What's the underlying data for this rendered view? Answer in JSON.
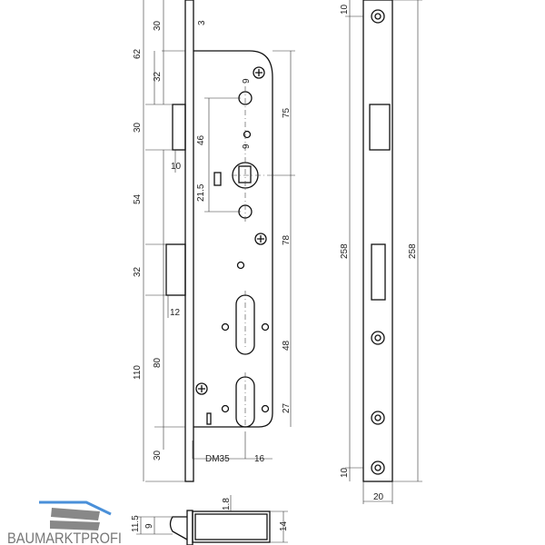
{
  "drawing": {
    "front_view": {
      "dims": [
        "30",
        "62",
        "32",
        "30",
        "10",
        "54",
        "32",
        "12",
        "80",
        "110",
        "30",
        "3",
        "9",
        "75",
        "46",
        "9",
        "21.5",
        "78",
        "48",
        "27",
        "DM35",
        "16"
      ]
    },
    "side_view": {
      "dims": [
        "10",
        "258",
        "258",
        "10",
        "20"
      ]
    },
    "bottom_view": {
      "dims": [
        "1.8",
        "11.5",
        "9",
        "14"
      ]
    }
  },
  "logo": {
    "text": "BAUMARKTPROFI",
    "accent": "#4a90d9"
  }
}
